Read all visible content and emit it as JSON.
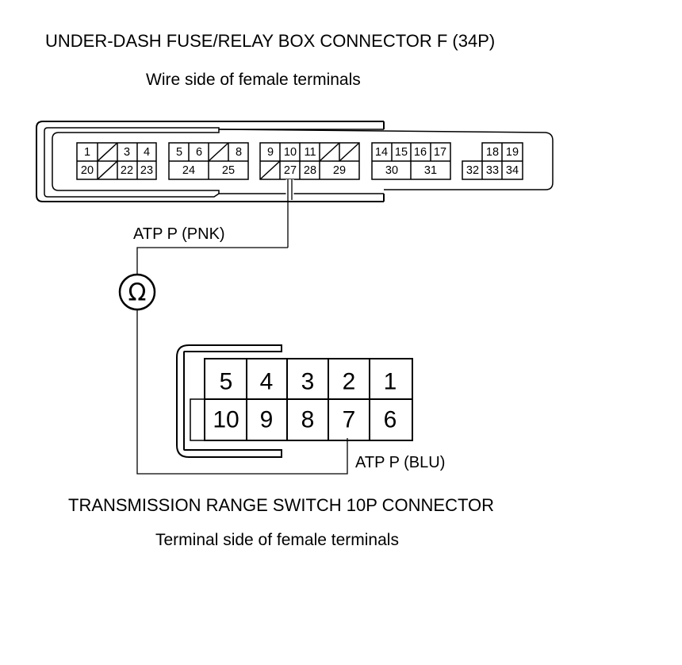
{
  "connector_f": {
    "title": "UNDER-DASH FUSE/RELAY BOX CONNECTOR F (34P)",
    "view": "Wire side of female terminals",
    "top_row": [
      "1",
      "",
      "3",
      "4",
      "5",
      "6",
      "",
      "8",
      "9",
      "10",
      "11",
      "",
      "",
      "14",
      "15",
      "16",
      "17",
      "18",
      "19"
    ],
    "bottom_row": [
      "20",
      "",
      "22",
      "23",
      "24",
      "25",
      "",
      "27",
      "28",
      "29",
      "30",
      "31",
      "32",
      "33",
      "34"
    ]
  },
  "connector_trs": {
    "title": "TRANSMISSION RANGE SWITCH 10P CONNECTOR",
    "view": "Terminal side of female terminals",
    "top_row": [
      "5",
      "4",
      "3",
      "2",
      "1"
    ],
    "bottom_row": [
      "10",
      "9",
      "8",
      "7",
      "6"
    ]
  },
  "wires": {
    "pink_label": "ATP P (PNK)",
    "blue_label": "ATP P (BLU)"
  },
  "meter": {
    "symbol": "Ω",
    "icon": "ohmmeter-icon"
  }
}
